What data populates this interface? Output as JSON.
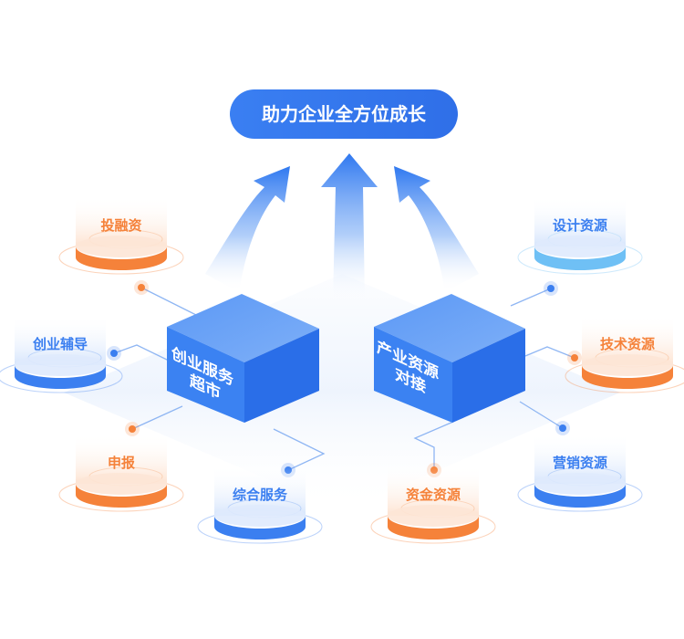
{
  "title": "助力企业全方位成长",
  "hubs": [
    {
      "line1": "创业服务",
      "line2": "超市"
    },
    {
      "line1": "产业资源",
      "line2": "对接"
    }
  ],
  "nodes": [
    {
      "label": "投融资",
      "color": "#f5823a"
    },
    {
      "label": "创业辅导",
      "color": "#3b7ff0"
    },
    {
      "label": "申报",
      "color": "#f5823a"
    },
    {
      "label": "综合服务",
      "color": "#3b7ff0"
    },
    {
      "label": "资金资源",
      "color": "#f5823a"
    },
    {
      "label": "营销资源",
      "color": "#3b7ff0"
    },
    {
      "label": "技术资源",
      "color": "#f5823a"
    },
    {
      "label": "设计资源",
      "color": "#6fc0f5"
    }
  ]
}
